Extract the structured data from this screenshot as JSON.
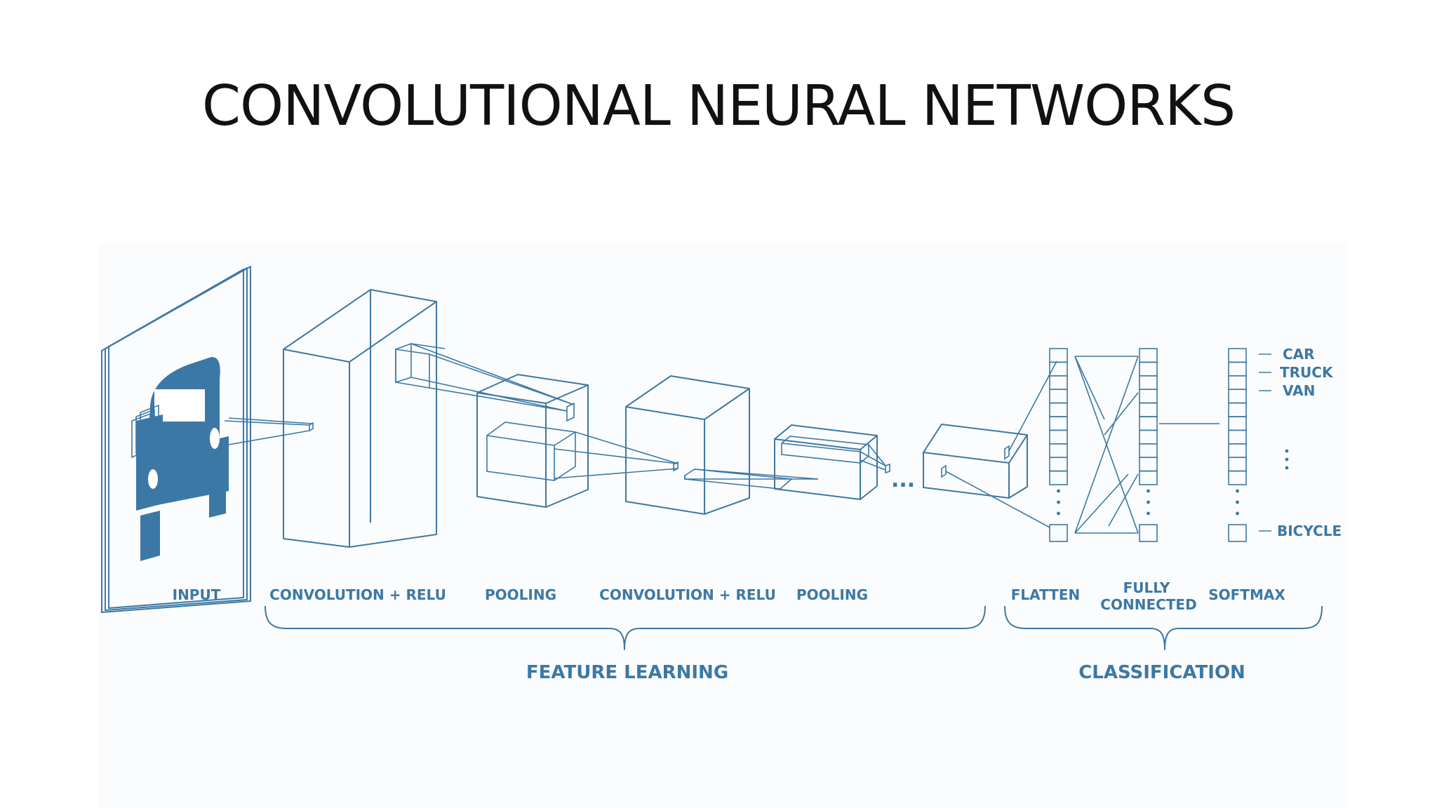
{
  "title": "CONVOLUTIONAL NEURAL NETWORKS",
  "colors": {
    "accent": "#3c78a5",
    "title": "#111111",
    "panel": "#fbfcfd"
  },
  "diagram": {
    "layers": {
      "input": "INPUT",
      "conv1": "CONVOLUTION + RELU",
      "pool1": "POOLING",
      "conv2": "CONVOLUTION + RELU",
      "pool2": "POOLING",
      "flatten": "FLATTEN",
      "fc_line1": "FULLY",
      "fc_line2": "CONNECTED",
      "softmax": "SOFTMAX"
    },
    "ellipsis": "...",
    "groups": {
      "feature_learning": "FEATURE LEARNING",
      "classification": "CLASSIFICATION"
    },
    "outputs": {
      "car": "CAR",
      "truck": "TRUCK",
      "van": "VAN",
      "bicycle": "BICYCLE"
    },
    "icons": {
      "input_image": "car-icon"
    }
  }
}
